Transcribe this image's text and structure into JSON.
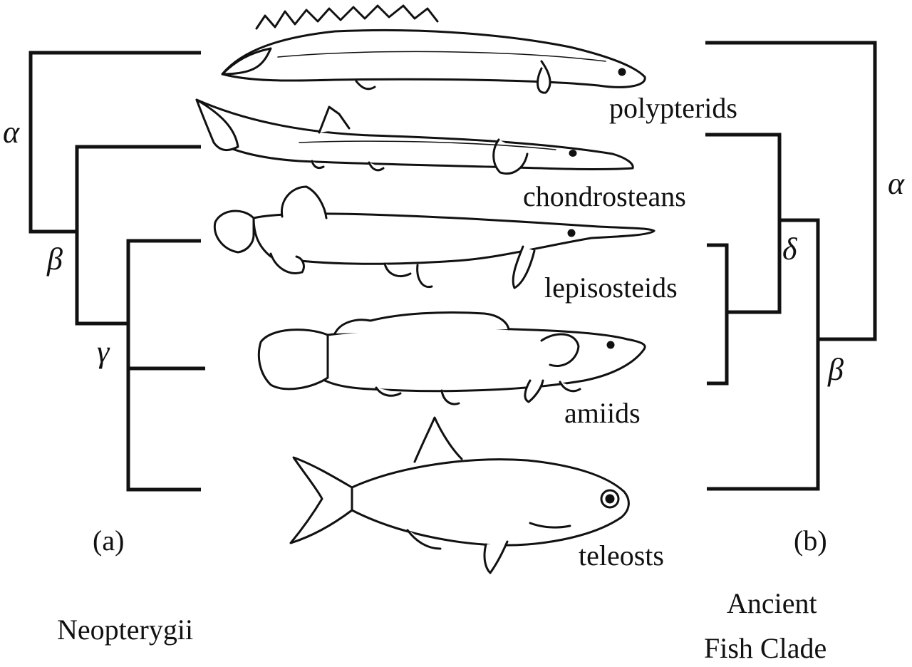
{
  "taxa": [
    {
      "id": "polypterids",
      "label": "polypterids"
    },
    {
      "id": "chondrosteans",
      "label": "chondrosteans"
    },
    {
      "id": "lepisosteids",
      "label": "lepisosteids"
    },
    {
      "id": "amiids",
      "label": "amiids"
    },
    {
      "id": "teleosts",
      "label": "teleosts"
    }
  ],
  "tree_a": {
    "panel_label": "(a)",
    "caption": "Neopterygii",
    "nodes": {
      "alpha": "α",
      "beta": "β",
      "gamma": "γ"
    }
  },
  "tree_b": {
    "panel_label": "(b)",
    "caption_line1": "Ancient",
    "caption_line2": "Fish Clade",
    "nodes": {
      "alpha": "α",
      "beta": "β",
      "delta": "δ"
    }
  }
}
